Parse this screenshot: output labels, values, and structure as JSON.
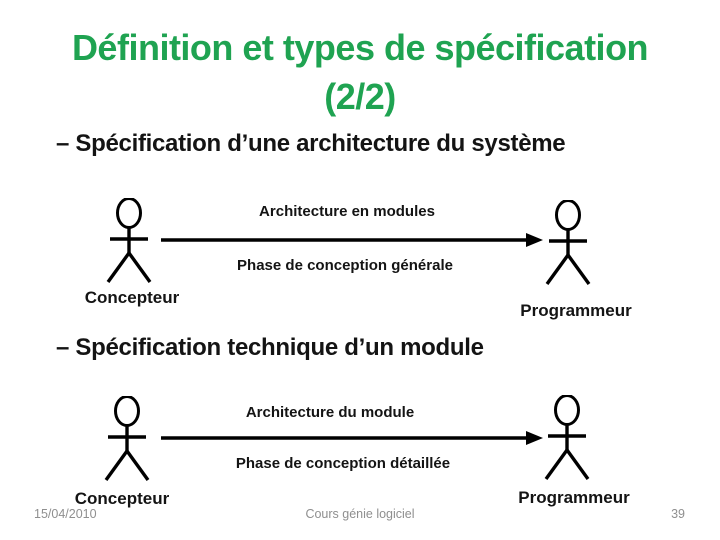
{
  "title": {
    "line1": "Définition et types de spécification",
    "line2": "(2/2)"
  },
  "sections": [
    {
      "bullet": "– Spécification d’une architecture du système",
      "diagram": {
        "left_actor": "Concepteur",
        "right_actor": "Programmeur",
        "arrow_label_top": "Architecture en modules",
        "arrow_label_bottom": "Phase de conception générale"
      }
    },
    {
      "bullet": "– Spécification technique d’un module",
      "diagram": {
        "left_actor": "Concepteur",
        "right_actor": "Programmeur",
        "arrow_label_top": "Architecture du module",
        "arrow_label_bottom": "Phase de conception détaillée"
      }
    }
  ],
  "footer": {
    "date": "15/04/2010",
    "course_title": "Cours génie logiciel",
    "page_number": "39"
  },
  "colors": {
    "title_green": "#1fa351",
    "body_text": "#141414",
    "footer_gray": "#8f8f8f",
    "diagram_stroke": "#000000",
    "background": "#ffffff"
  }
}
